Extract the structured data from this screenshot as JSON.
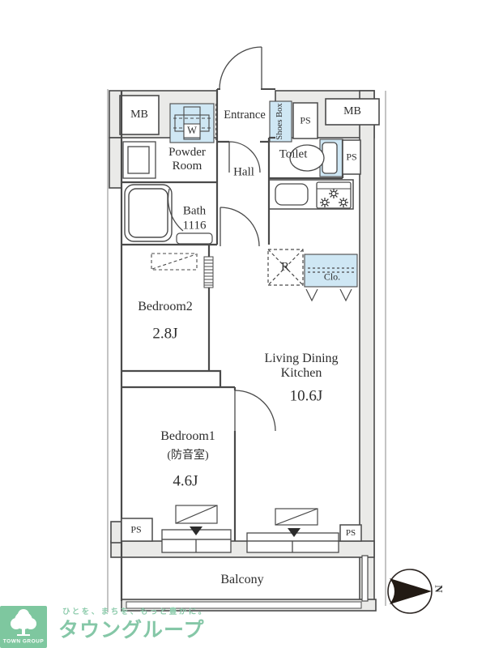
{
  "colors": {
    "wall": "#4a4a4a",
    "band_gray": "#eaeae8",
    "fixture_blue": "#cfe7f4",
    "brand_green": "#85c7a7",
    "compass_black": "#221a14"
  },
  "plan": {
    "labels": {
      "mb_left": "MB",
      "mb_right": "MB",
      "entrance": "Entrance",
      "shoes_box": "Shoes Box",
      "ps_top": "PS",
      "washer": "W",
      "powder_room": "Powder Room",
      "hall": "Hall",
      "toilet": "Toilet",
      "ps_right": "PS",
      "bath": "Bath",
      "bath_size": "1116",
      "bedroom2": "Bedroom2",
      "bedroom2_size": "2.8J",
      "fridge": "R",
      "closet": "Clo.",
      "ldk": "Living Dining Kitchen",
      "ldk_size": "10.6J",
      "bedroom1": "Bedroom1",
      "bedroom1_note": "(防音室)",
      "bedroom1_size": "4.6J",
      "ps_bottom_left": "PS",
      "ps_bottom_right": "PS",
      "balcony": "Balcony"
    },
    "compass": {
      "north_label": "N"
    }
  },
  "footer": {
    "logo_text": "TOWN GROUP",
    "tagline": "ひとを、まちを、もっと豊かに。",
    "brand": "タウングループ"
  }
}
